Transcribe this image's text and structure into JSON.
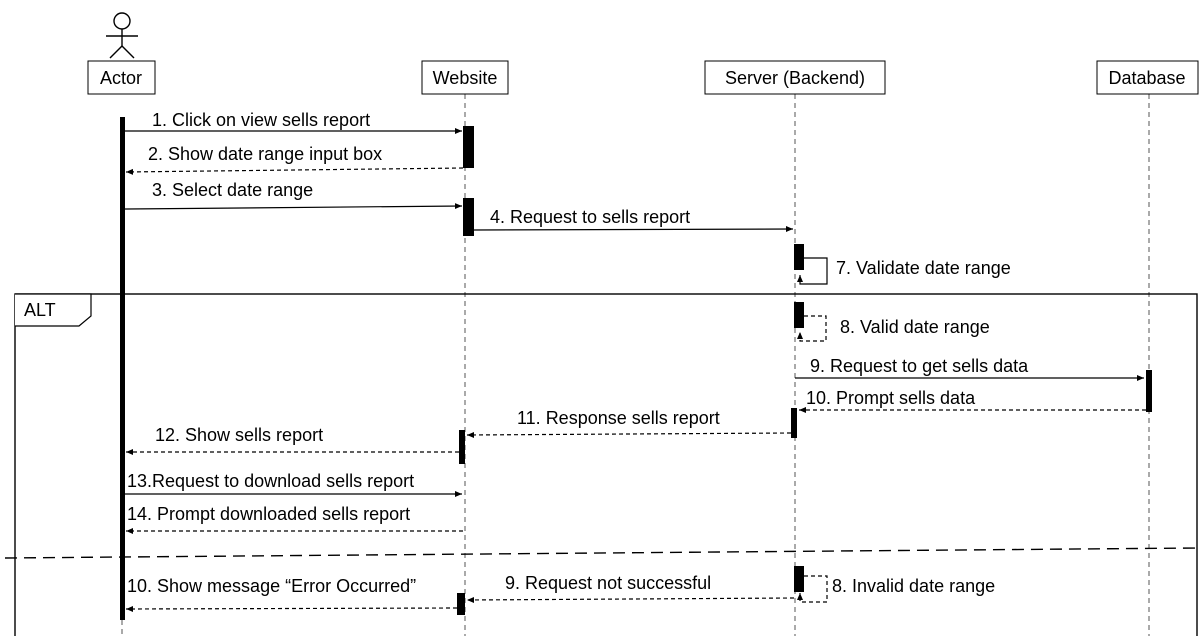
{
  "participants": {
    "actor": "Actor",
    "website": "Website",
    "server": "Server (Backend)",
    "database": "Database"
  },
  "fragment": {
    "label": "ALT"
  },
  "messages": [
    {
      "text": "1. Click on view sells report",
      "style": "solid"
    },
    {
      "text": "2. Show date range input box",
      "style": "dashed"
    },
    {
      "text": "3. Select date range",
      "style": "solid"
    },
    {
      "text": "4. Request to sells report",
      "style": "solid"
    },
    {
      "text": "7. Validate date range",
      "style": "self-solid"
    },
    {
      "text": "8. Valid date range",
      "style": "self-dashed"
    },
    {
      "text": "9. Request to get sells data",
      "style": "solid"
    },
    {
      "text": "10. Prompt sells data",
      "style": "dashed"
    },
    {
      "text": "11. Response sells report",
      "style": "dashed"
    },
    {
      "text": "12. Show sells report",
      "style": "dashed"
    },
    {
      "text": "13.Request to download sells report",
      "style": "solid"
    },
    {
      "text": "14. Prompt downloaded sells report",
      "style": "dashed"
    },
    {
      "text": "8. Invalid date range",
      "style": "self-dashed"
    },
    {
      "text": "9. Request not successful",
      "style": "dashed"
    },
    {
      "text": "10. Show message “Error Occurred”",
      "style": "dashed"
    }
  ]
}
